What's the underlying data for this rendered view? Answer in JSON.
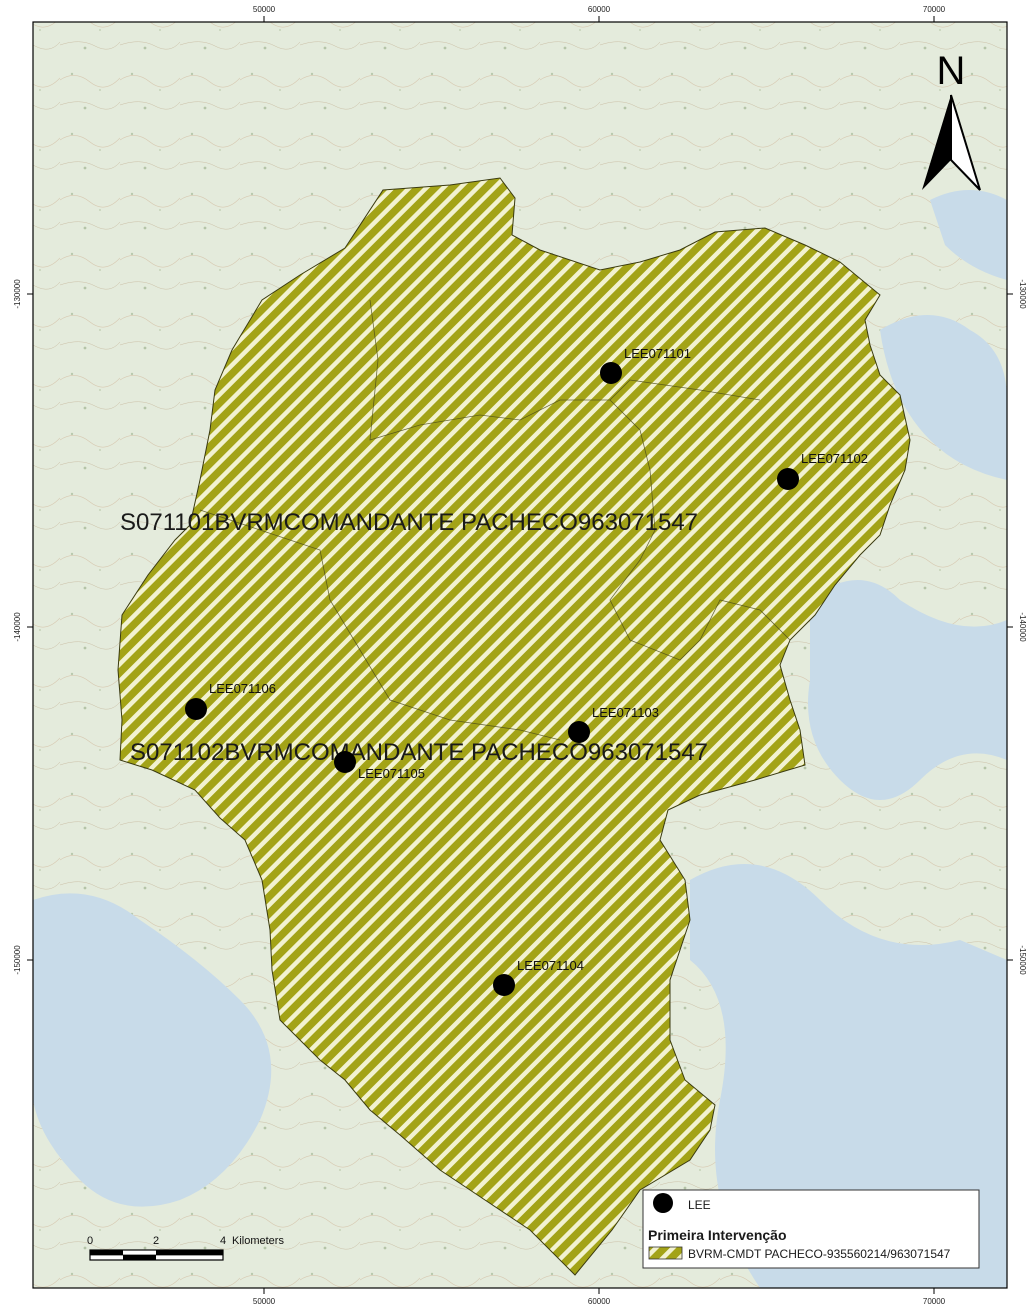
{
  "axis": {
    "top_ticks": [
      "50000",
      "60000",
      "70000"
    ],
    "bottom_ticks": [
      "50000",
      "60000",
      "70000"
    ],
    "left_ticks": [
      "-130000",
      "-140000",
      "-150000"
    ],
    "right_ticks": [
      "-130000",
      "-140000",
      "-150000"
    ]
  },
  "zones": [
    {
      "label": "S071101BVRMCOMANDANTE PACHECO963071547"
    },
    {
      "label": "S071102BVRMCOMANDANTE PACHECO963071547"
    }
  ],
  "points": [
    {
      "label": "LEE071101"
    },
    {
      "label": "LEE071102"
    },
    {
      "label": "LEE071103"
    },
    {
      "label": "LEE071104"
    },
    {
      "label": "LEE071105"
    },
    {
      "label": "LEE071106"
    }
  ],
  "north_arrow": {
    "label": "N",
    "icon": "north-arrow-icon"
  },
  "scale_bar": {
    "ticks": [
      "0",
      "2",
      "4"
    ],
    "unit": "Kilometers"
  },
  "legend": {
    "point_label": "LEE",
    "section_title": "Primeira Intervenção",
    "area_label": "BVRM-CMDT PACHECO-935560214/963071547"
  },
  "colors": {
    "area_fill": "#a3a317",
    "area_stripe": "#f2f2d0",
    "point": "#000000",
    "water": "#c8dbe9",
    "land": "#e4ebdc"
  }
}
